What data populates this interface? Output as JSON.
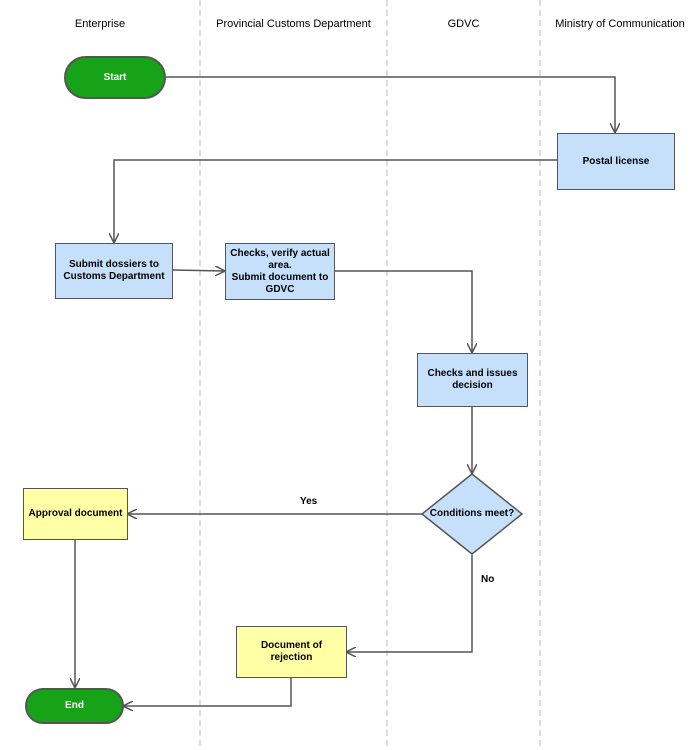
{
  "lanes": [
    "Enterprise",
    "Provincial Customs Department",
    "GDVC",
    "Ministry of Communication"
  ],
  "nodes": {
    "start": "Start",
    "postal_license": "Postal license",
    "submit_dossiers": "Submit dossiers to\nCustoms Department",
    "checks_verify": "Checks, verify actual\narea.\nSubmit document to\nGDVC",
    "checks_issues": "Checks and issues\ndecision",
    "conditions": "Conditions meet?",
    "approval": "Approval document",
    "rejection": "Document of\nrejection",
    "end": "End"
  },
  "edge_labels": {
    "yes": "Yes",
    "no": "No"
  },
  "colors": {
    "process": "#c6e0fb",
    "document": "#ffffa6",
    "terminal": "#17a317",
    "line": "#555555"
  }
}
